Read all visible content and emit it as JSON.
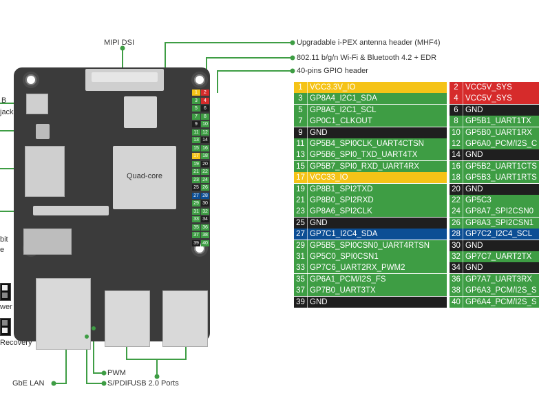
{
  "labels": {
    "mipi": "MIPI DSI",
    "antenna": "Upgradable i-PEX antenna header (MHF4)",
    "wifi": "802.11 b/g/n Wi-Fi  & Bluetooth 4.2 + EDR",
    "gpio": "40-pins GPIO header",
    "usb_partial": "B",
    "jack_partial": "jack",
    "bit_partial": "bit",
    "e_partial": "e",
    "power_partial": "wer on",
    "recovery_partial": "Recovery",
    "gbe": "GbE LAN",
    "pwm": "PWM",
    "spdif": "S/PDIF",
    "usb2": "USB 2.0 Ports",
    "cpu": "Quad-core"
  },
  "colors": {
    "yellow": "#f5c317",
    "red": "#d62b2b",
    "green": "#3e9d44",
    "black": "#1f1f1f",
    "blue": "#0c4e94",
    "board": "#3b3b3b"
  },
  "pins": [
    {
      "num": "1",
      "name": "VCC3.3V_IO",
      "color": "yellow"
    },
    {
      "num": "2",
      "name": "VCC5V_SYS",
      "color": "red"
    },
    {
      "num": "3",
      "name": "GP8A4_I2C1_SDA",
      "color": "green"
    },
    {
      "num": "4",
      "name": "VCC5V_SYS",
      "color": "red"
    },
    {
      "num": "5",
      "name": "GP8A5_I2C1_SCL",
      "color": "green"
    },
    {
      "num": "6",
      "name": "GND",
      "color": "black"
    },
    {
      "num": "7",
      "name": "GP0C1_CLKOUT",
      "color": "green"
    },
    {
      "num": "8",
      "name": "GP5B1_UART1TX",
      "color": "green"
    },
    {
      "num": "9",
      "name": "GND",
      "color": "black"
    },
    {
      "num": "10",
      "name": "GP5B0_UART1RX",
      "color": "green"
    },
    {
      "num": "11",
      "name": "GP5B4_SPI0CLK_UART4CTSN",
      "color": "green"
    },
    {
      "num": "12",
      "name": "GP6A0_PCM/I2S_C",
      "color": "green"
    },
    {
      "num": "13",
      "name": "GP5B6_SPI0_TXD_UART4TX",
      "color": "green"
    },
    {
      "num": "14",
      "name": "GND",
      "color": "black"
    },
    {
      "num": "15",
      "name": "GP5B7_SPI0_RXD_UART4RX",
      "color": "green"
    },
    {
      "num": "16",
      "name": "GP5B2_UART1CTS",
      "color": "green"
    },
    {
      "num": "17",
      "name": "VCC33_IO",
      "color": "yellow"
    },
    {
      "num": "18",
      "name": "GP5B3_UART1RTS",
      "color": "green"
    },
    {
      "num": "19",
      "name": "GP8B1_SPI2TXD",
      "color": "green"
    },
    {
      "num": "20",
      "name": "GND",
      "color": "black"
    },
    {
      "num": "21",
      "name": "GP8B0_SPI2RXD",
      "color": "green"
    },
    {
      "num": "22",
      "name": "GP5C3",
      "color": "green"
    },
    {
      "num": "23",
      "name": "GP8A6_SPI2CLK",
      "color": "green"
    },
    {
      "num": "24",
      "name": "GP8A7_SPI2CSN0",
      "color": "green"
    },
    {
      "num": "25",
      "name": "GND",
      "color": "black"
    },
    {
      "num": "26",
      "name": "GP8A3_SPI2CSN1",
      "color": "green"
    },
    {
      "num": "27",
      "name": "GP7C1_I2C4_SDA",
      "color": "blue"
    },
    {
      "num": "28",
      "name": "GP7C2_I2C4_SCL",
      "color": "blue"
    },
    {
      "num": "29",
      "name": "GP5B5_SPI0CSN0_UART4RTSN",
      "color": "green"
    },
    {
      "num": "30",
      "name": "GND",
      "color": "black"
    },
    {
      "num": "31",
      "name": "GP5C0_SPI0CSN1",
      "color": "green"
    },
    {
      "num": "32",
      "name": "GP7C7_UART2TX",
      "color": "green"
    },
    {
      "num": "33",
      "name": "GP7C6_UART2RX_PWM2",
      "color": "green"
    },
    {
      "num": "34",
      "name": "GND",
      "color": "black"
    },
    {
      "num": "35",
      "name": "GP6A1_PCM/I2S_FS",
      "color": "green"
    },
    {
      "num": "36",
      "name": "GP7A7_UART3RX",
      "color": "green"
    },
    {
      "num": "37",
      "name": "GP7B0_UART3TX",
      "color": "green"
    },
    {
      "num": "38",
      "name": "GP6A3_PCM/I2S_S",
      "color": "green"
    },
    {
      "num": "39",
      "name": "GND",
      "color": "black"
    },
    {
      "num": "40",
      "name": "GP6A4_PCM/I2S_S",
      "color": "green"
    }
  ]
}
